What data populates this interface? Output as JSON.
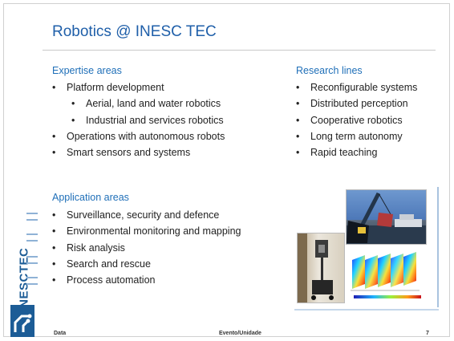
{
  "slide": {
    "title": "Robotics @ INESC TEC"
  },
  "expertise": {
    "heading": "Expertise areas",
    "items": [
      {
        "label": "Platform development",
        "level": 1
      },
      {
        "label": "Aerial, land and water robotics",
        "level": 2
      },
      {
        "label": "Industrial and services robotics",
        "level": 2
      },
      {
        "label": "Operations with autonomous robots",
        "level": 1
      },
      {
        "label": "Smart sensors and systems",
        "level": 1
      }
    ]
  },
  "research": {
    "heading": "Research lines",
    "items": [
      "Reconfigurable systems",
      "Distributed perception",
      "Cooperative robotics",
      "Long term autonomy",
      "Rapid teaching"
    ]
  },
  "application": {
    "heading": "Application areas",
    "items": [
      "Surveillance, security and defence",
      "Environmental monitoring and mapping",
      "Risk analysis",
      "Search and rescue",
      "Process automation"
    ]
  },
  "logo": {
    "text": "INESCTEC"
  },
  "footer": {
    "left": "Data",
    "center": "Evento/Unidade",
    "page": "7"
  },
  "colors": {
    "title": "#1f5fa9",
    "heading": "#1f6fb8",
    "logo": "#1c5c96"
  }
}
